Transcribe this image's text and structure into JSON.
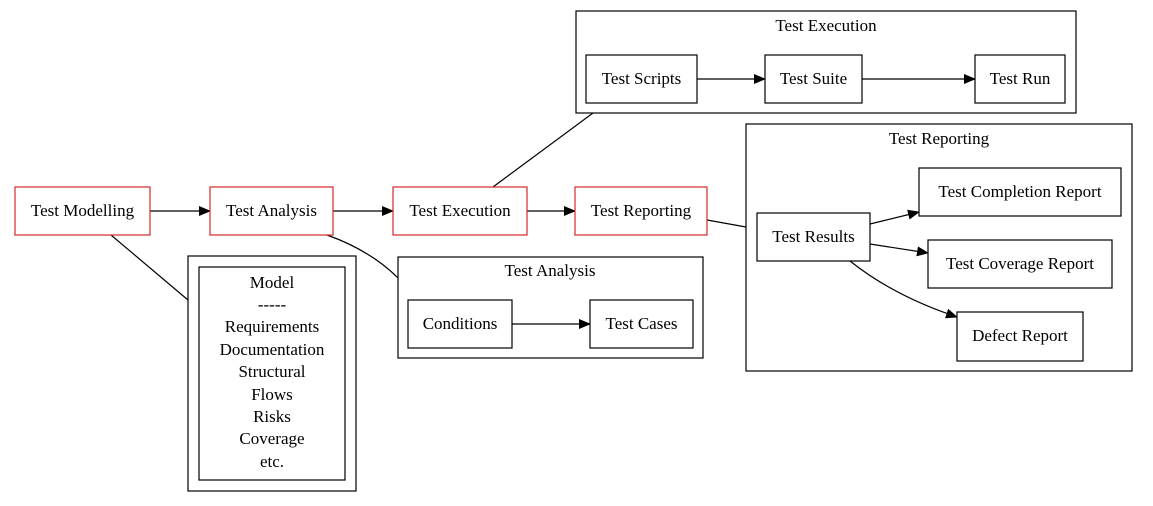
{
  "pipeline": {
    "modelling": "Test Modelling",
    "analysis": "Test Analysis",
    "execution": "Test Execution",
    "reporting": "Test Reporting"
  },
  "model_box": {
    "lines": [
      "Model",
      "-----",
      "Requirements",
      "Documentation",
      "Structural",
      "Flows",
      "Risks",
      "Coverage",
      "etc."
    ]
  },
  "analysis_cluster": {
    "title": "Test Analysis",
    "conditions": "Conditions",
    "test_cases": "Test Cases"
  },
  "execution_cluster": {
    "title": "Test Execution",
    "scripts": "Test Scripts",
    "suite": "Test Suite",
    "run": "Test Run"
  },
  "reporting_cluster": {
    "title": "Test Reporting",
    "results": "Test Results",
    "completion": "Test Completion Report",
    "coverage": "Test Coverage Report",
    "defect": "Defect Report"
  },
  "colors": {
    "highlight": "#d62728",
    "line": "#000000"
  }
}
